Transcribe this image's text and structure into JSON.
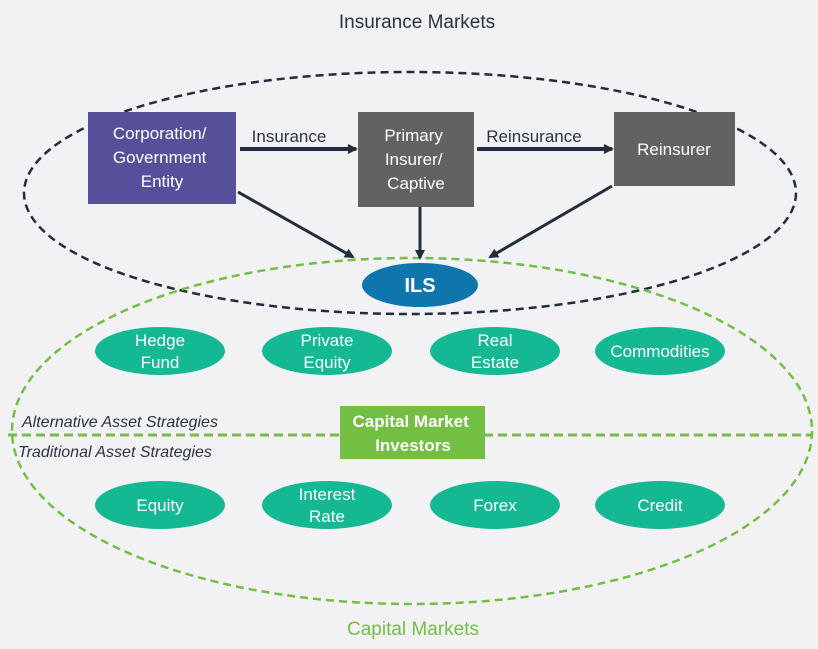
{
  "insurance_markets_label": "Insurance Markets",
  "capital_markets_label": "Capital Markets",
  "nodes": {
    "corporation": [
      "Corporation/",
      "Government",
      "Entity"
    ],
    "primary": [
      "Primary",
      "Insurer/",
      "Captive"
    ],
    "reinsurer": [
      "Reinsurer"
    ],
    "ils": "ILS",
    "investors": [
      "Capital Market",
      "Investors"
    ]
  },
  "edges": {
    "insurance": "Insurance",
    "reinsurance": "Reinsurance"
  },
  "alternative_label": "Alternative Asset Strategies",
  "traditional_label": "Traditional Asset Strategies",
  "alternative_strategies": [
    [
      "Hedge",
      "Fund"
    ],
    [
      "Private",
      "Equity"
    ],
    [
      "Real",
      "Estate"
    ],
    [
      "Commodities"
    ]
  ],
  "traditional_strategies": [
    [
      "Equity"
    ],
    [
      "Interest",
      "Rate"
    ],
    [
      "Forex"
    ],
    [
      "Credit"
    ]
  ],
  "colors": {
    "corporation": "#56509a",
    "insurer": "#626262",
    "ils": "#0f76ad",
    "strategy": "#14b893",
    "investors": "#72bf44",
    "insurance_ellipse": "#1f2d3d",
    "capital_ellipse": "#72bf44"
  }
}
